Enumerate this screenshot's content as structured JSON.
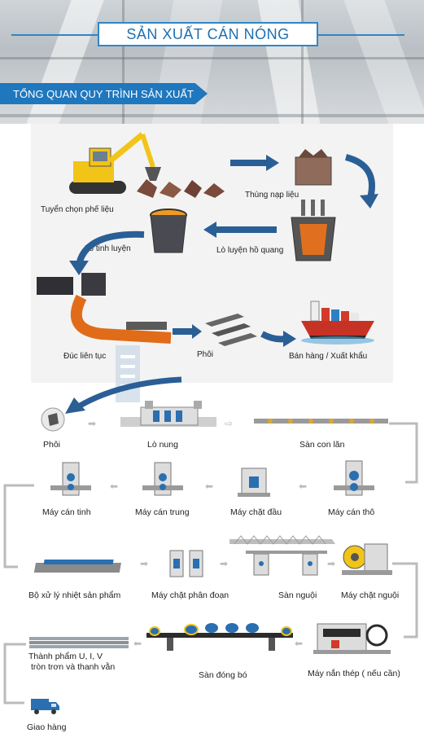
{
  "header": {
    "title": "SẢN XUẤT CÁN NÓNG",
    "banner": "TỔNG QUAN QUY TRÌNH SẢN XUẤT"
  },
  "overview_steps": {
    "scrap_sorting": "Tuyển chọn phế liệu",
    "charging_bucket": "Thùng nạp liệu",
    "ladle_furnace": "Lò tinh luyện",
    "arc_furnace": "Lò luyện hồ quang",
    "continuous_casting": "Đúc liên tục",
    "billet": "Phôi",
    "sales_export": "Bán hàng / Xuất khẩu"
  },
  "rolling_steps": {
    "billet": "Phôi",
    "reheating_furnace": "Lò nung",
    "roller_table": "Sàn con lăn",
    "roughing_mill": "Máy cán thô",
    "head_cutter": "Máy chặt đầu",
    "intermediate_mill": "Máy cán trung",
    "finishing_mill": "Máy cán tinh",
    "heat_treatment": "Bộ xử lý nhiệt sản phẩm",
    "segment_cutter": "Máy chặt phân đoạn",
    "cooling_bed": "Sàn nguội",
    "cold_cutter": "Máy chặt nguội",
    "straightener": "Máy nắn thép ( nếu cần)",
    "bundling_table": "Sàn đóng bó",
    "finished_products": [
      "Thành phẩm U, I, V",
      "tròn trơn và thanh vằn"
    ],
    "delivery": "Giao hàng"
  },
  "colors": {
    "accent_blue": "#1f77bd",
    "title_blue": "#1e6fb0",
    "flow_gray": "#bbbbbb",
    "machine_blue": "#2a6fb0"
  }
}
